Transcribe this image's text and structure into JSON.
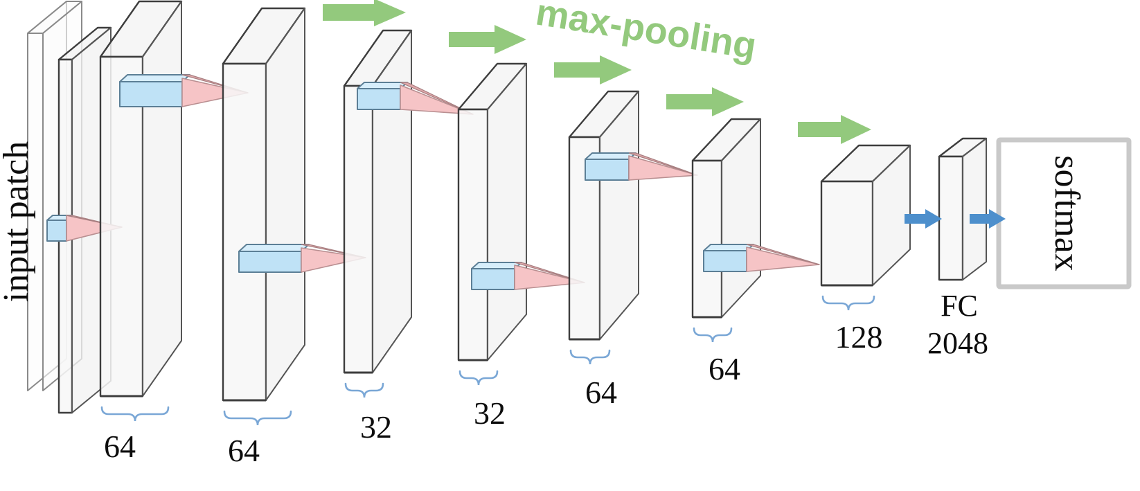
{
  "figure": {
    "type": "cnn-architecture-diagram",
    "background_color": "#ffffff"
  },
  "labels": {
    "input_patch": "input patch",
    "max_pooling": "max-pooling",
    "softmax": "softmax",
    "fc": "FC",
    "fc_units": "2048"
  },
  "colors": {
    "green_arrow": "#93c97d",
    "blue_arrow": "#4d8fcc",
    "kernel_blue": "#bfe2f6",
    "kernel_pink": "#f6c4c6",
    "brace_blue": "#7aa7d6",
    "box_stroke": "#3d3d3d",
    "box_fill": "#f7f7f7",
    "softmax_border": "#c9c9c9",
    "text": "#0d0d0d"
  },
  "dimension_labels": [
    {
      "id": "conv1",
      "value": "64"
    },
    {
      "id": "conv2",
      "value": "64"
    },
    {
      "id": "conv3",
      "value": "32"
    },
    {
      "id": "conv4",
      "value": "32"
    },
    {
      "id": "conv5",
      "value": "64"
    },
    {
      "id": "conv6",
      "value": "64"
    },
    {
      "id": "conv7",
      "value": "128"
    }
  ],
  "layers": [
    {
      "index": 0,
      "name": "input-patch",
      "dim": null,
      "kind": "slab"
    },
    {
      "index": 1,
      "name": "conv-block-1",
      "dim": "64",
      "kind": "volume"
    },
    {
      "index": 2,
      "name": "conv-block-2",
      "dim": "64",
      "kind": "volume"
    },
    {
      "index": 3,
      "name": "conv-block-3",
      "dim": "32",
      "kind": "volume"
    },
    {
      "index": 4,
      "name": "conv-block-4",
      "dim": "32",
      "kind": "volume"
    },
    {
      "index": 5,
      "name": "conv-block-5",
      "dim": "64",
      "kind": "volume"
    },
    {
      "index": 6,
      "name": "conv-block-6",
      "dim": "64",
      "kind": "volume"
    },
    {
      "index": 7,
      "name": "conv-block-7",
      "dim": "128",
      "kind": "volume"
    },
    {
      "index": 8,
      "name": "fc-layer",
      "dim": "2048",
      "kind": "volume"
    },
    {
      "index": 9,
      "name": "softmax-output",
      "dim": null,
      "kind": "box"
    }
  ],
  "arrows": {
    "max_pooling_count": 5,
    "fc_arrow_count": 2
  },
  "chart_data": {
    "type": "diagram",
    "title": "",
    "annotations": [
      "input patch",
      "max-pooling",
      "64",
      "64",
      "32",
      "32",
      "64",
      "64",
      "128",
      "FC",
      "2048",
      "softmax"
    ]
  }
}
